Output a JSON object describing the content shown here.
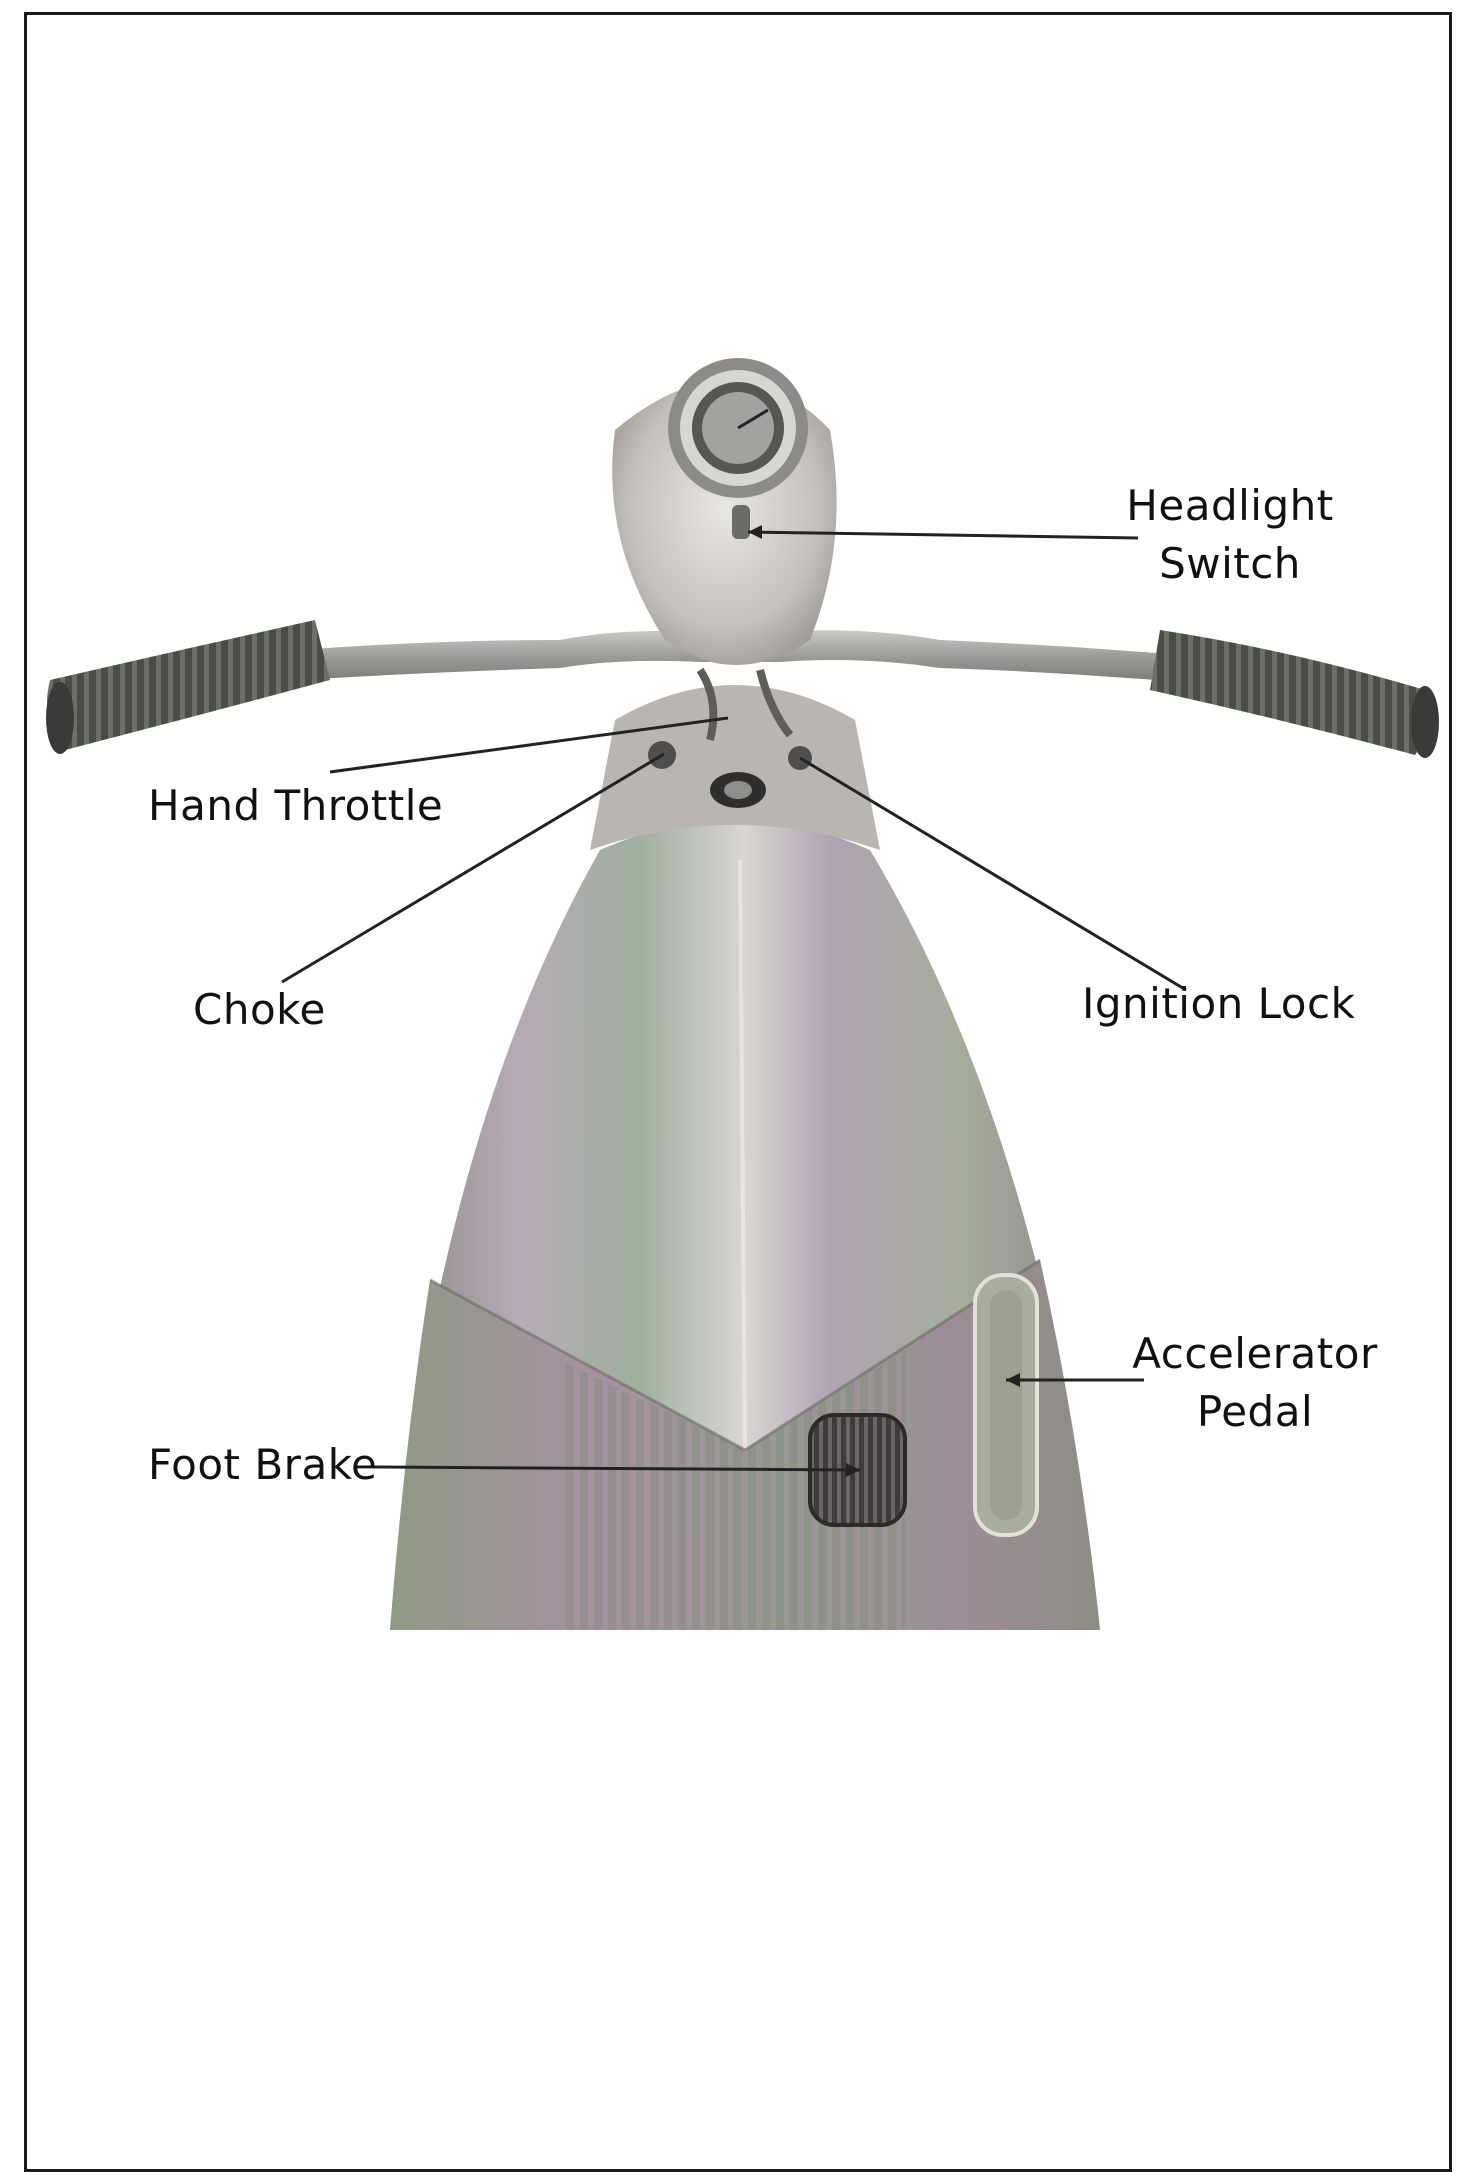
{
  "labels": {
    "headlight_switch": {
      "line1": "Headlight",
      "line2": "Switch"
    },
    "hand_throttle": "Hand Throttle",
    "choke": "Choke",
    "ignition_lock": "Ignition Lock",
    "accelerator_pedal": {
      "line1": "Accelerator",
      "line2": "Pedal"
    },
    "foot_brake": "Foot Brake"
  },
  "colors": {
    "border": "#1a1a1a",
    "leader_line": "#222222",
    "text": "#111111"
  }
}
